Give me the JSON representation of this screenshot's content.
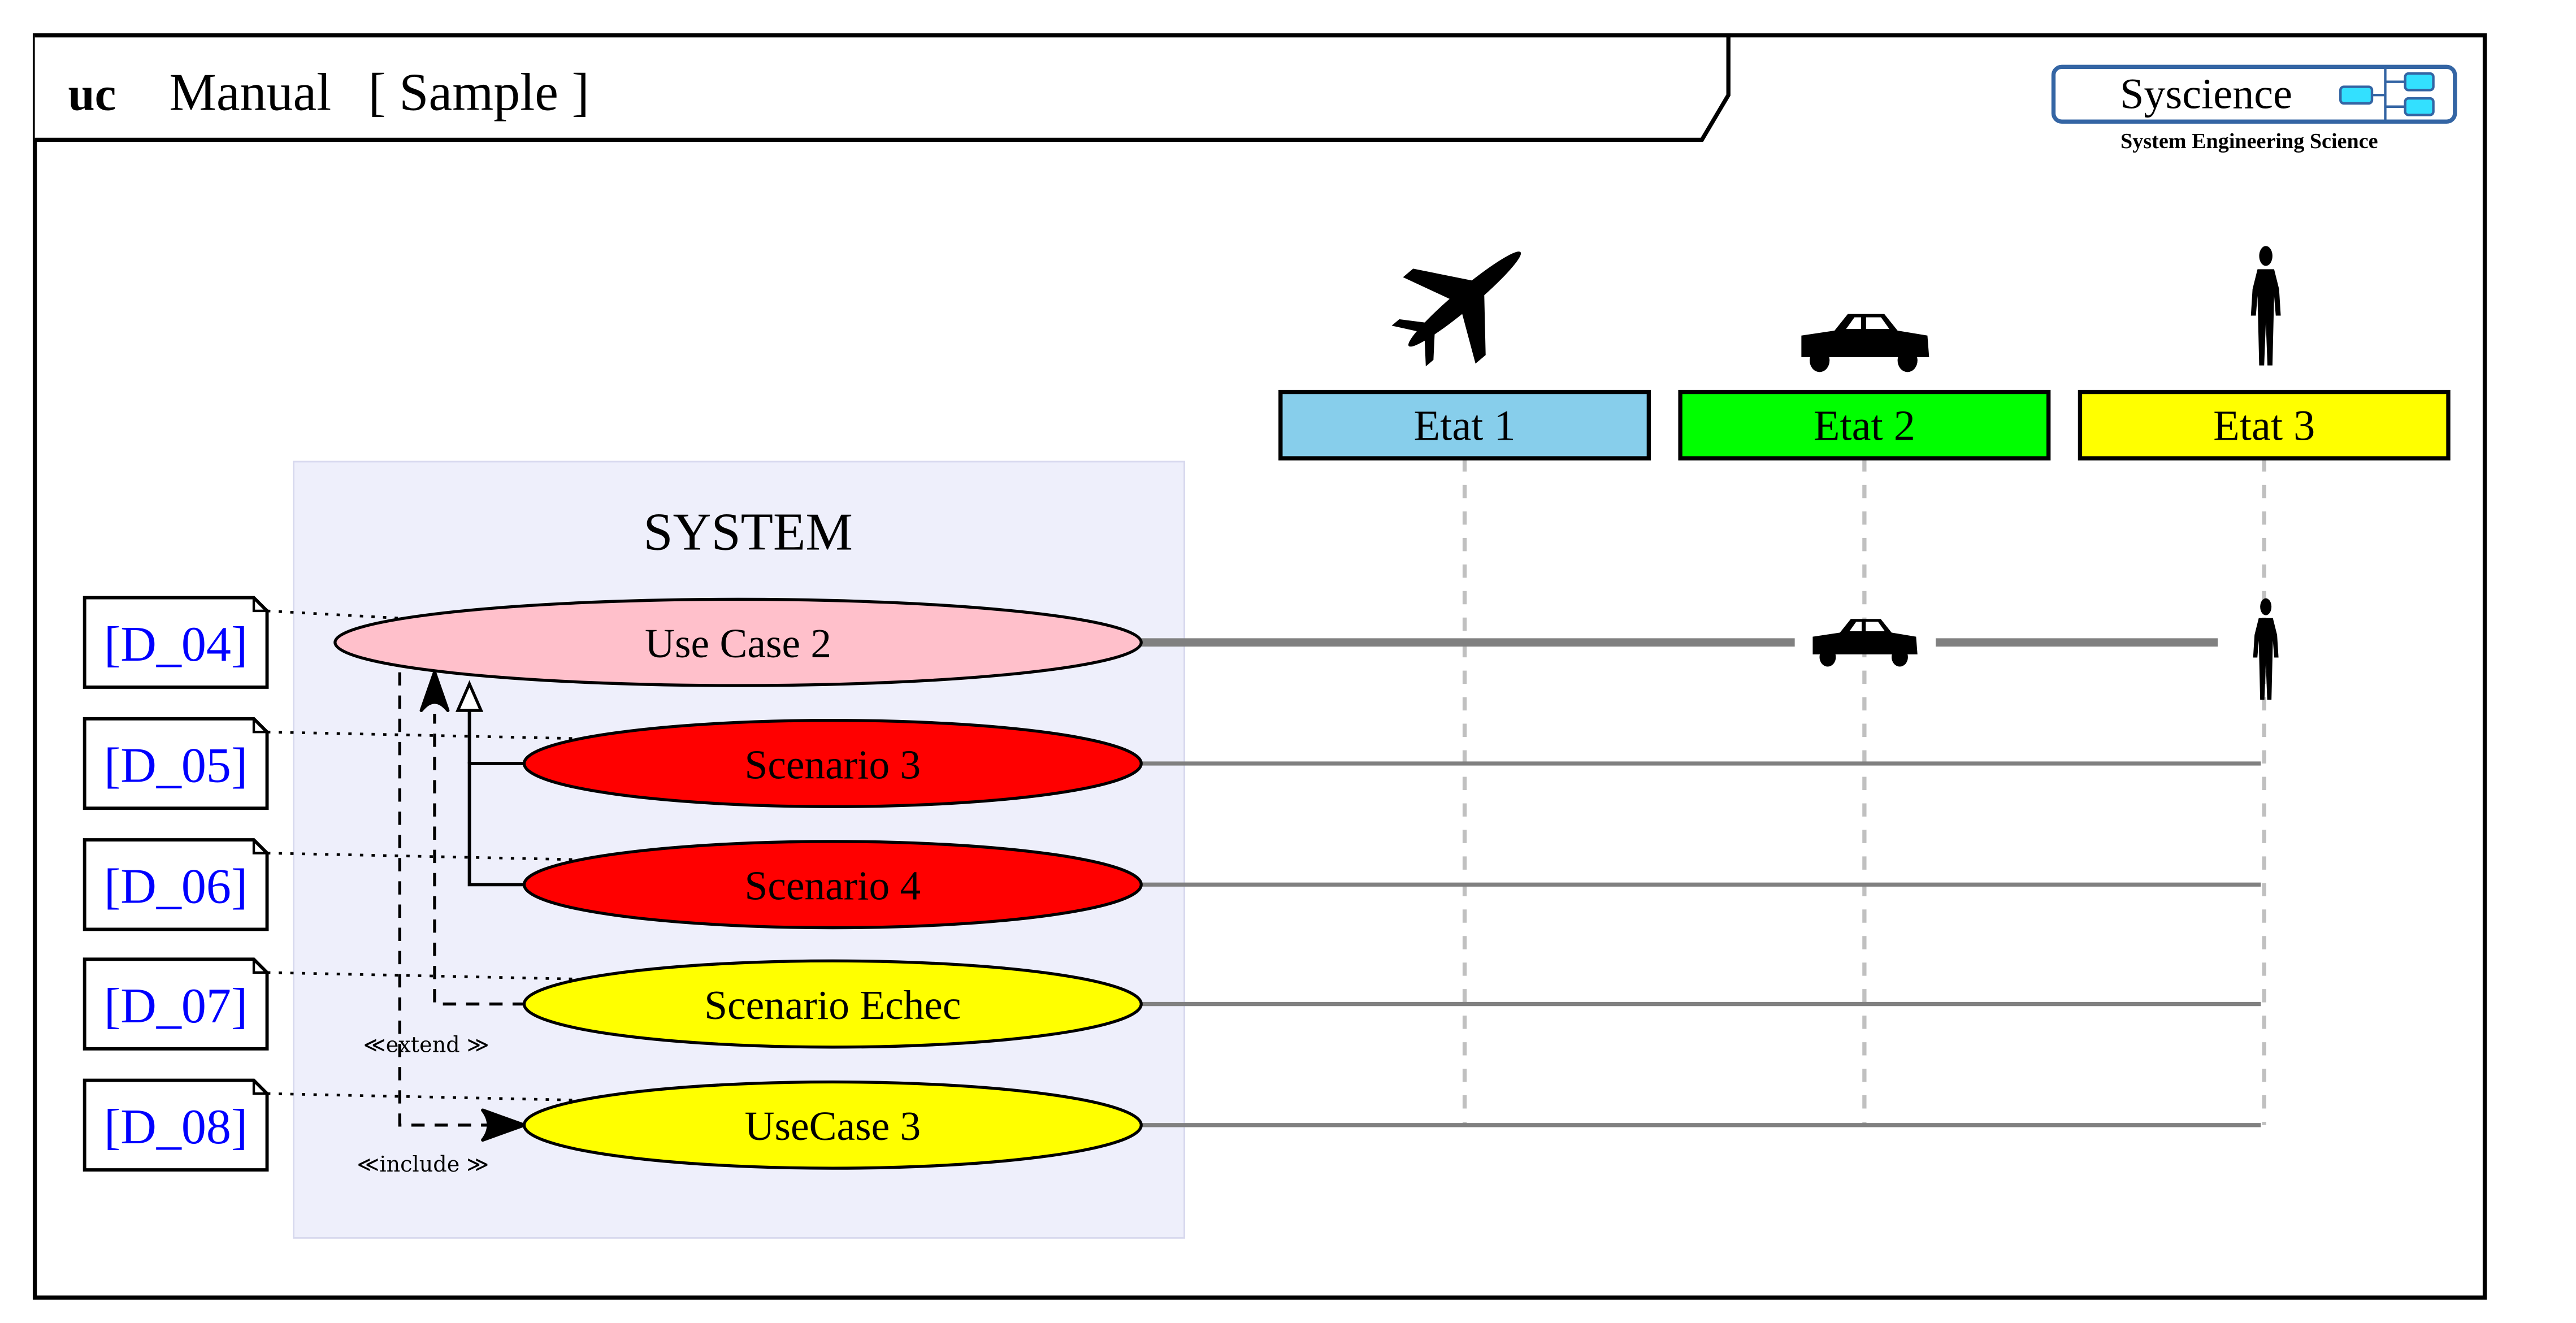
{
  "frame": {
    "kind_label": "uc",
    "title": "Manual",
    "subtitle": "[ Sample ]"
  },
  "logo": {
    "brand": "Syscience",
    "tagline": "System Engineering Science",
    "border_color": "#3465a4",
    "box_fill": "#33e0ff"
  },
  "system": {
    "label": "SYSTEM",
    "fill": "#eeeffb"
  },
  "states": [
    {
      "label": "Etat 1",
      "fill": "#87ceeb",
      "icon": "airplane-icon"
    },
    {
      "label": "Etat 2",
      "fill": "#00ff00",
      "icon": "car-icon"
    },
    {
      "label": "Etat 3",
      "fill": "#ffff00",
      "icon": "person-icon"
    }
  ],
  "use_cases": [
    {
      "label": "Use Case 2",
      "fill": "#ffc0cb",
      "note": "[D_04]",
      "markers": [
        "car-icon",
        "person-icon"
      ]
    },
    {
      "label": "Scenario 3",
      "fill": "#ff0000",
      "note": "[D_05]"
    },
    {
      "label": "Scenario 4",
      "fill": "#ff0000",
      "note": "[D_06]"
    },
    {
      "label": "Scenario Echec",
      "fill": "#ffff00",
      "note": "[D_07]"
    },
    {
      "label": "UseCase 3",
      "fill": "#ffff00",
      "note": "[D_08]"
    }
  ],
  "relations": {
    "extend_label": "≪extend ≫",
    "include_label": "≪include ≫"
  },
  "colors": {
    "note_text": "#0000ff",
    "timeline": "#808080",
    "state_lifeline": "#c0c0c0"
  }
}
